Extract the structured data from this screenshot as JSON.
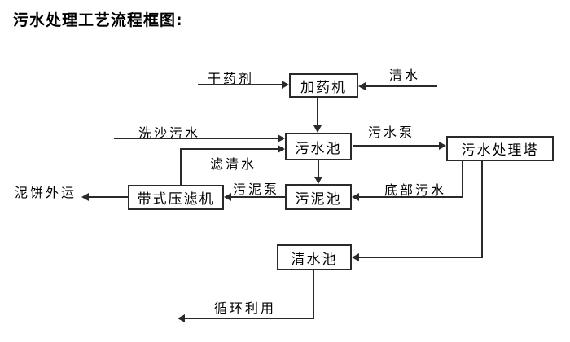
{
  "title": "污水处理工艺流程框图:",
  "colors": {
    "background": "#ffffff",
    "line": "#2a2a2a",
    "text": "#000000"
  },
  "nodes": {
    "dosing_machine": "加药机",
    "sewage_pool": "污水池",
    "treatment_tower": "污水处理塔",
    "sludge_pool": "污泥池",
    "belt_filter_press": "带式压滤机",
    "clean_water_pool": "清水池"
  },
  "flows": {
    "dry_chemical": "干药剂",
    "clean_water": "清水",
    "sand_washing_sewage": "洗沙污水",
    "sewage_pump": "污水泵",
    "filtered_clean_water": "滤清水",
    "sludge_pump": "污泥泵",
    "bottom_sewage": "底部污水",
    "mud_cake_outbound": "泥饼外运",
    "recycling": "循环利用"
  },
  "edges": [
    {
      "from": "外部",
      "to": "加药机",
      "label": "干药剂"
    },
    {
      "from": "外部",
      "to": "加药机",
      "label": "清水"
    },
    {
      "from": "加药机",
      "to": "污水池",
      "label": ""
    },
    {
      "from": "外部",
      "to": "污水池",
      "label": "洗沙污水"
    },
    {
      "from": "污水池",
      "to": "污水处理塔",
      "label": "污水泵"
    },
    {
      "from": "污水池",
      "to": "污泥池",
      "label": ""
    },
    {
      "from": "污水处理塔",
      "to": "污泥池",
      "label": "底部污水"
    },
    {
      "from": "污泥池",
      "to": "带式压滤机",
      "label": "污泥泵"
    },
    {
      "from": "带式压滤机",
      "to": "污水池",
      "label": "滤清水"
    },
    {
      "from": "带式压滤机",
      "to": "外部",
      "label": "泥饼外运"
    },
    {
      "from": "污水处理塔",
      "to": "清水池",
      "label": ""
    },
    {
      "from": "清水池",
      "to": "外部",
      "label": "循环利用"
    }
  ]
}
